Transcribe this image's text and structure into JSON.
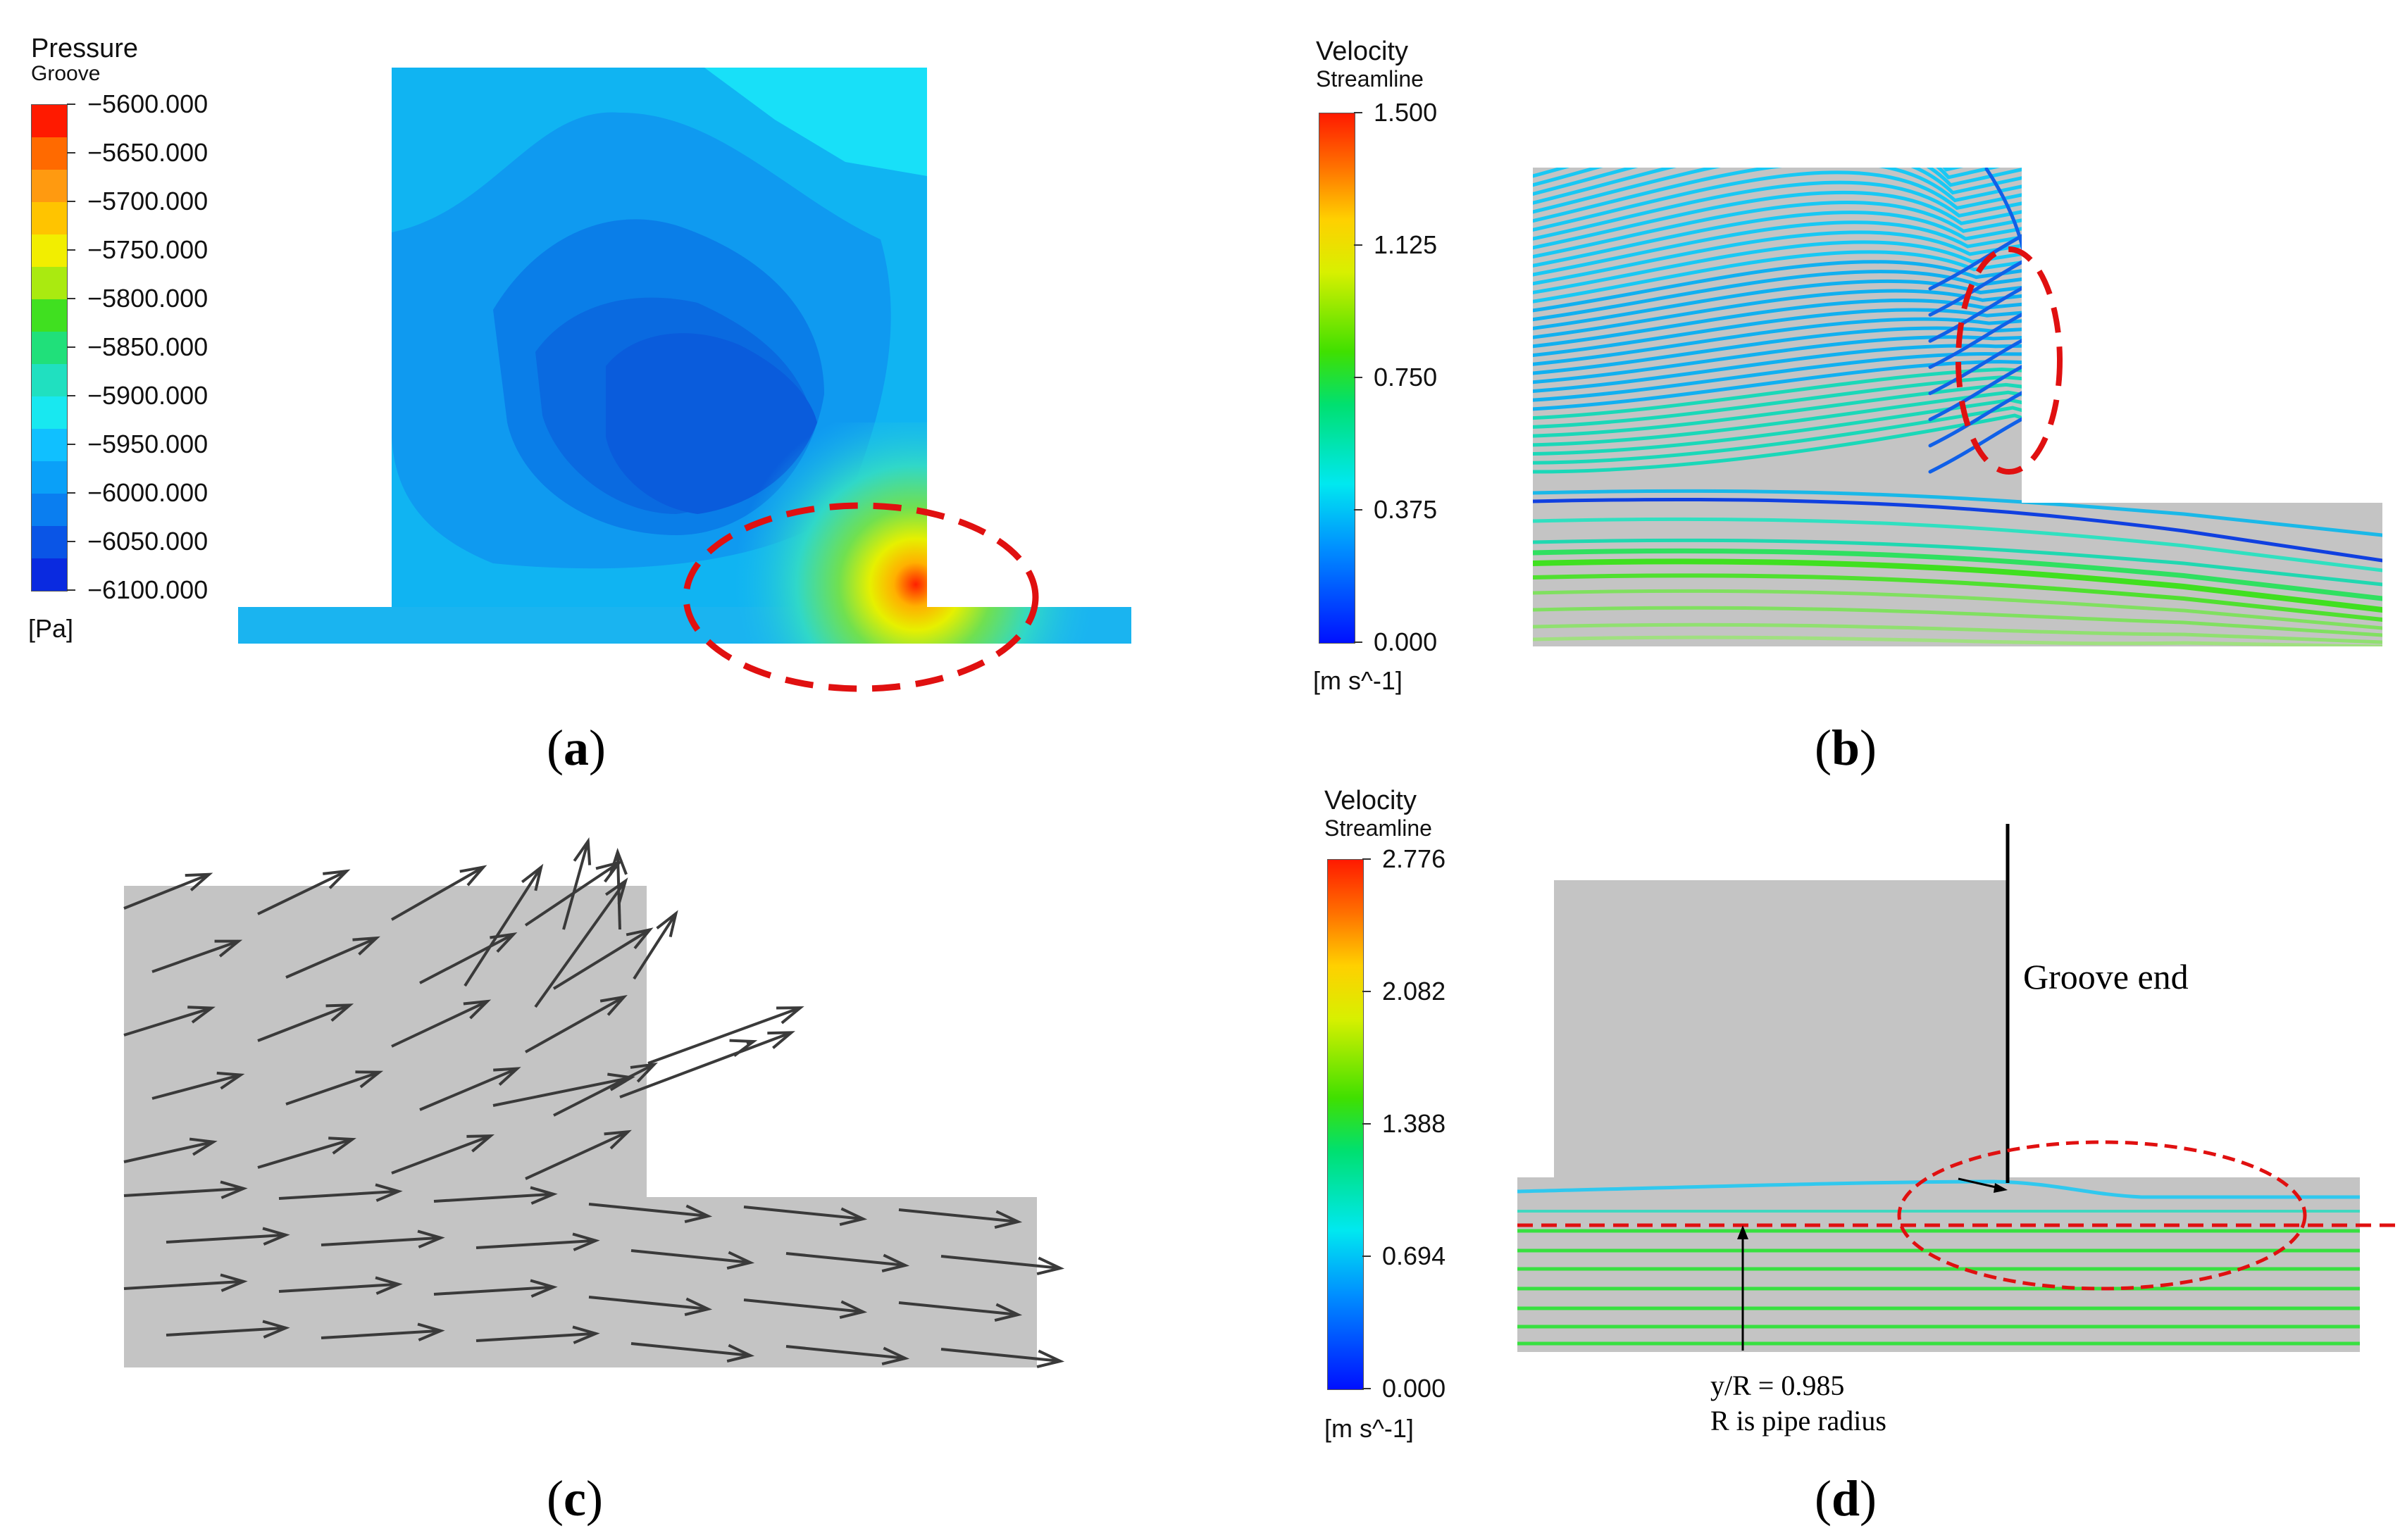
{
  "panel_a": {
    "legend_title": "Pressure",
    "legend_subtitle": "Groove",
    "unit": "[Pa]",
    "ticks": [
      "−5600.000",
      "−5650.000",
      "−5700.000",
      "−5750.000",
      "−5800.000",
      "−5850.000",
      "−5900.000",
      "−5950.000",
      "−6000.000",
      "−6050.000",
      "−6100.000"
    ],
    "colors": [
      "#ff1a00",
      "#ff6a00",
      "#ff9a10",
      "#ffc400",
      "#f2ee00",
      "#aaea10",
      "#40e020",
      "#20e07a",
      "#20e0c0",
      "#18e8f0",
      "#10c0ff",
      "#0aa0f8",
      "#0a7ef0",
      "#0a55e6",
      "#0a2ae0"
    ],
    "caption": "a"
  },
  "panel_b": {
    "legend_title": "Velocity",
    "legend_subtitle": "Streamline",
    "unit": "[m s^-1]",
    "ticks": [
      "1.500",
      "1.125",
      "0.750",
      "0.375",
      "0.000"
    ],
    "range": [
      0,
      1.5
    ],
    "caption": "b"
  },
  "panel_c": {
    "caption": "c"
  },
  "panel_d": {
    "legend_title": "Velocity",
    "legend_subtitle": "Streamline",
    "unit": "[m s^-1]",
    "ticks": [
      "2.776",
      "2.082",
      "1.388",
      "0.694",
      "0.000"
    ],
    "range": [
      0,
      2.776
    ],
    "groove_label": "Groove end",
    "ratio_label": "y/R = 0.985",
    "radius_label": "R is pipe radius",
    "caption": "d"
  },
  "colors": {
    "wall_gray": "#c4c4c4",
    "highlight_red": "#e01010",
    "arrow": "#3a3a3a"
  }
}
